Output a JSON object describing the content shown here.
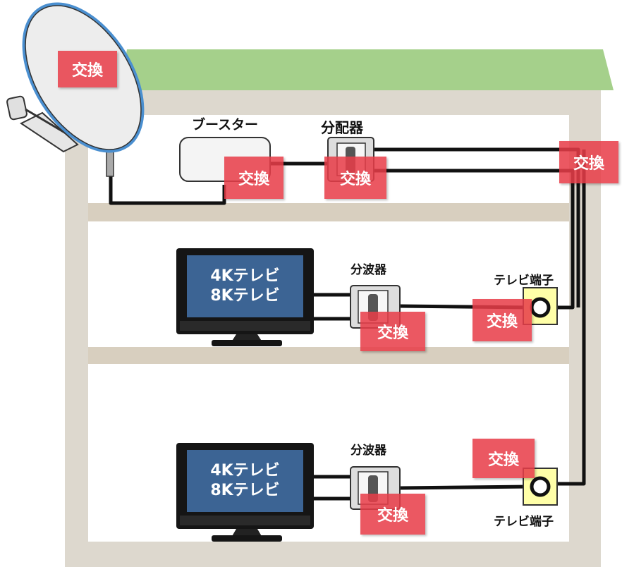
{
  "labels": {
    "booster": "ブースター",
    "distributor": "分配器",
    "splitter": "分波器",
    "outlet": "テレビ端子"
  },
  "tv": {
    "line1": "4Kテレビ",
    "line2": "8Kテレビ"
  },
  "badge_text": "交換",
  "colors": {
    "roof": "#a5d08b",
    "wall": "#ddd8ce",
    "floor": "#d8cfbf",
    "badge": "#e83c48",
    "outlet": "#ffffa8",
    "tv_screen": "#3c6494",
    "dish_rim": "#4a8fd0"
  },
  "icons": [
    "satellite-dish-icon",
    "booster-icon",
    "distributor-icon",
    "splitter-icon",
    "tv-icon",
    "outlet-icon"
  ]
}
